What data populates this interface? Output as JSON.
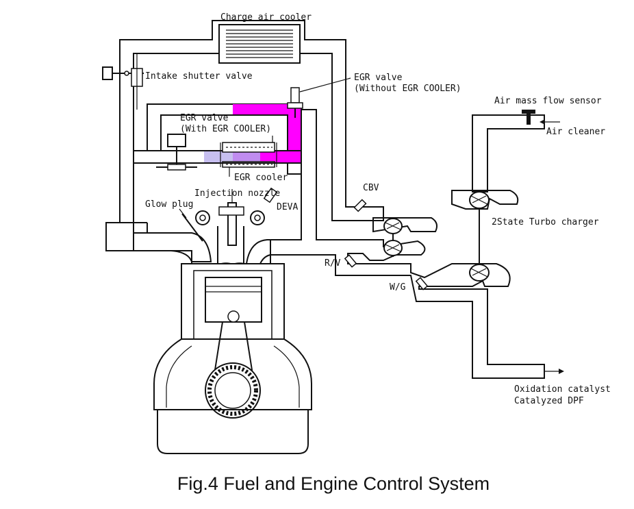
{
  "colors": {
    "intake": "#cdeff2",
    "exhaust": "#ff00ff",
    "egr_pink": "#f08ec4",
    "egr_lavender": "#c7bff0",
    "egr_violet": "#c08cf0",
    "outline": "#111111"
  },
  "labels": {
    "charge_air_cooler": "Charge air cooler",
    "intake_shutter_valve": "Intake shutter valve",
    "egr_valve_no_cooler_1": "EGR valve",
    "egr_valve_no_cooler_2": "(Without EGR COOLER)",
    "air_mass_flow_sensor": "Air mass flow sensor",
    "air_cleaner": "Air cleaner",
    "egr_valve_cooler_1": "EGR valve",
    "egr_valve_cooler_2": "(With EGR COOLER)",
    "egr_cooler": "EGR cooler",
    "injection_nozzle": "Injection nozzle",
    "glow_plug": "Glow plug",
    "deva": "DEVA",
    "cbv": "CBV",
    "turbo_charger": "2State Turbo charger",
    "rv": "R/V",
    "wg": "W/G",
    "oxidation_catalyst": "Oxidation catalyst",
    "catalyzed_dpf": "Catalyzed DPF"
  },
  "caption": "Fig.4 Fuel and Engine Control System"
}
